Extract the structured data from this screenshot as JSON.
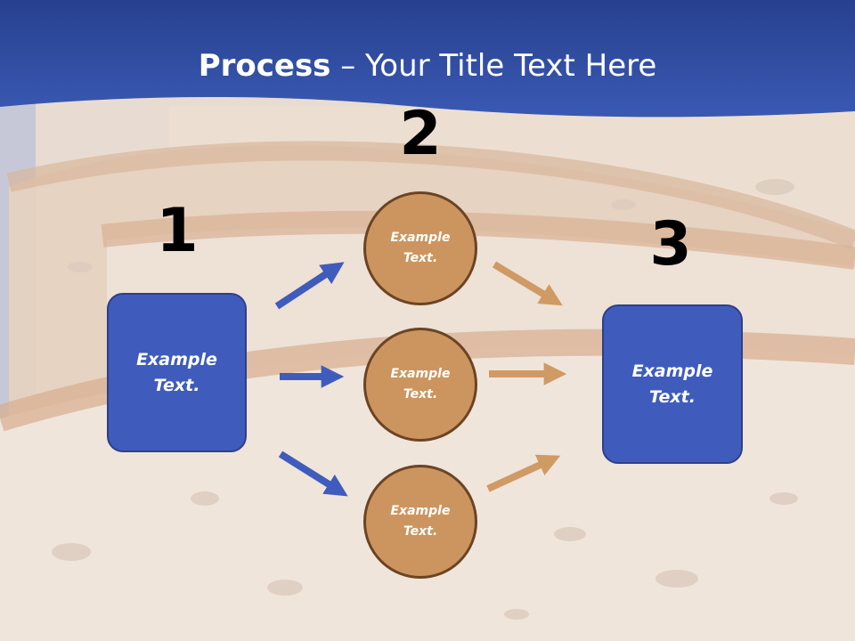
{
  "slide": {
    "title_bold": "Process",
    "title_rest": " – Your Title Text Here"
  },
  "steps": {
    "n1": "1",
    "n2": "2",
    "n3": "3"
  },
  "left_box": {
    "text": "Example Text."
  },
  "circles": [
    {
      "text": "Example Text."
    },
    {
      "text": "Example Text."
    },
    {
      "text": "Example Text."
    }
  ],
  "right_box": {
    "text": "Example Text."
  },
  "colors": {
    "header": "#2f4fa8",
    "box_fill": "#3f5cbc",
    "circle_fill": "#cc955f",
    "blue_arrow": "#3f5cbc",
    "tan_arrow": "#d09a65",
    "background": "#e9dcd0"
  }
}
